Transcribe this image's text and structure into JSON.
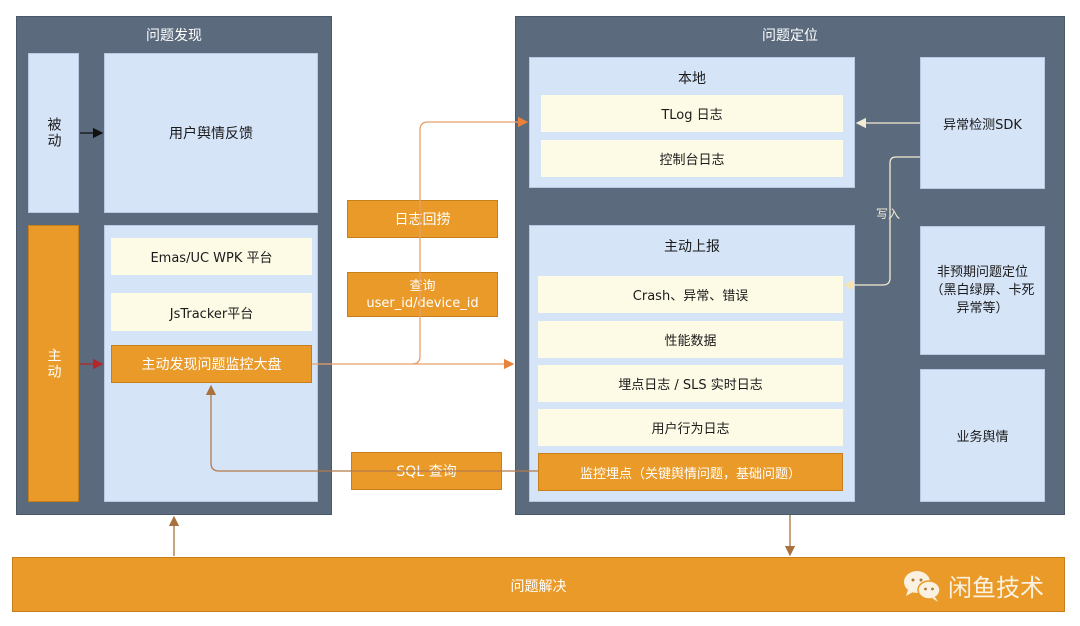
{
  "colors": {
    "panel": "#5b6b7d",
    "light_blue": "#d6e4f8",
    "cream": "#fdfbe6",
    "orange": "#ea9a28",
    "arrow_orange": "#e8823a",
    "arrow_brown": "#b47a4c"
  },
  "discovery": {
    "title": "问题发现",
    "passive_label": "被动",
    "active_label": "主动",
    "user_feedback": "用户舆情反馈",
    "platforms": [
      "Emas/UC WPK 平台",
      "JsTracker平台"
    ],
    "dashboard": "主动发现问题监控大盘"
  },
  "middle": {
    "log_retrieval": "日志回捞",
    "query_line1": "查询",
    "query_line2": "user_id/device_id",
    "sql_query": "SQL 查询"
  },
  "location": {
    "title": "问题定位",
    "local": {
      "title": "本地",
      "items": [
        "TLog 日志",
        "控制台日志"
      ]
    },
    "active_report": {
      "title": "主动上报",
      "items": [
        "Crash、异常、错误",
        "性能数据",
        "埋点日志 / SLS 实时日志",
        "用户行为日志"
      ],
      "monitor": "监控埋点（关键舆情问题，基础问题）"
    },
    "side": {
      "sdk": "异常检测SDK",
      "write_label": "写入",
      "unexpected_line1": "非预期问题定位",
      "unexpected_line2": "（黑白绿屏、卡死",
      "unexpected_line3": "异常等）",
      "business": "业务舆情"
    }
  },
  "resolution": {
    "label": "问题解决"
  },
  "watermark": {
    "icon": "wechat-icon",
    "text": "闲鱼技术"
  }
}
